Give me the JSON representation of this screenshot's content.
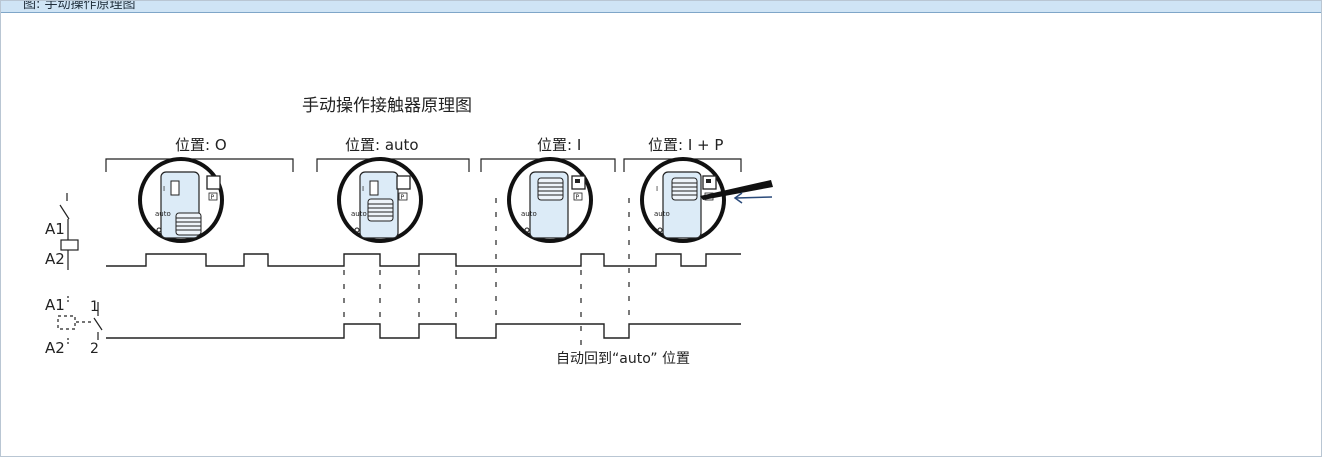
{
  "caption": "图: 手动操作原理图",
  "title": "手动操作接触器原理图",
  "positions": [
    {
      "label": "位置: O"
    },
    {
      "label": "位置: auto"
    },
    {
      "label": "位置: I"
    },
    {
      "label": "位置: I + P"
    }
  ],
  "dial_labels": {
    "one": "I",
    "auto": "auto",
    "p": "P"
  },
  "coil": {
    "a1": "A1",
    "a2": "A2"
  },
  "contact": {
    "a1": "A1",
    "a2": "A2",
    "n1": "1",
    "n2": "2"
  },
  "note": "自动回到“auto” 位置",
  "colors": {
    "line": "#222222",
    "dial_fill": "#dcebf7",
    "arrow": "#2a4a7a"
  }
}
